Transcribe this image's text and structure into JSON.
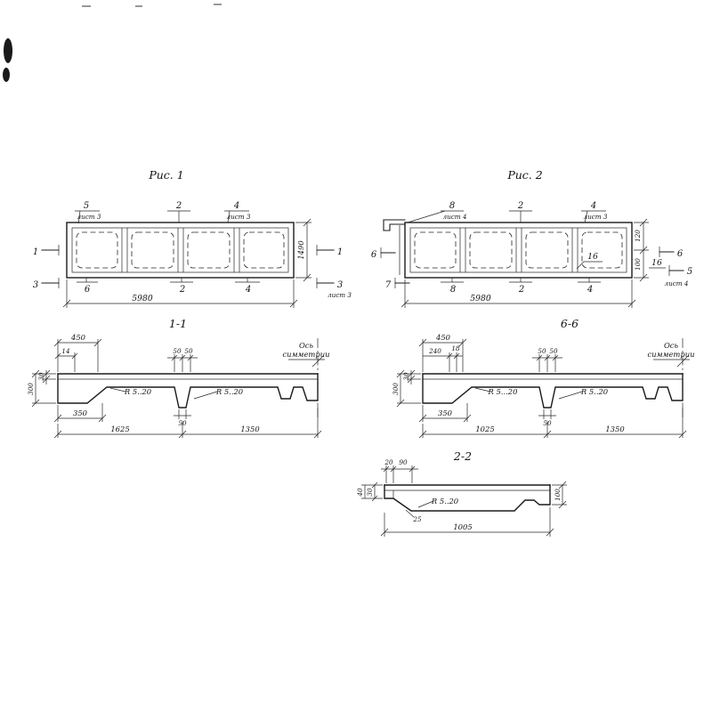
{
  "fig1": {
    "title": "Рис. 1",
    "top": {
      "n5": "5",
      "sheet5": "лист 3",
      "n2": "2",
      "n4": "4",
      "sheet4": "лист 3"
    },
    "left": {
      "m1": "1",
      "m3": "3"
    },
    "right": {
      "m1": "1",
      "m3": "3",
      "sheet": "лист 3",
      "height": "1490"
    },
    "bottom": {
      "n6": "6",
      "n2": "2",
      "n4": "4",
      "length": "5980"
    }
  },
  "fig2": {
    "title": "Рис. 2",
    "top": {
      "n8": "8",
      "sheet8": "лист 4",
      "n2": "2",
      "n4": "4",
      "sheet4": "лист 3"
    },
    "left": {
      "m6": "6",
      "m7": "7"
    },
    "inner": {
      "m16": "16"
    },
    "right": {
      "d120": "120",
      "d100": "100",
      "m16": "16",
      "m6": "6",
      "m5": "5",
      "sheet": "лист 4"
    },
    "bottom": {
      "n8": "8",
      "n2": "2",
      "n4": "4",
      "length": "5980"
    }
  },
  "sec11": {
    "title": "1-1",
    "top": {
      "d450": "450",
      "d14": "14",
      "d50a": "50",
      "d50b": "50"
    },
    "left": {
      "d30": "30",
      "d300": "300"
    },
    "mid": {
      "r1": "R 5..20",
      "r2": "R 5..20"
    },
    "bottom": {
      "d350": "350",
      "d50": "50",
      "d1625": "1625",
      "d1350": "1350"
    },
    "axis": {
      "l1": "Ось",
      "l2": "симметрии"
    }
  },
  "sec66": {
    "title": "6-6",
    "top": {
      "d450": "450",
      "d240": "240",
      "d18": "18",
      "d50a": "50",
      "d50b": "50"
    },
    "left": {
      "d30": "30",
      "d300": "300"
    },
    "mid": {
      "r1": "R 5...20",
      "r2": "R 5..20"
    },
    "bottom": {
      "d350": "350",
      "d50": "50",
      "d1025": "1025",
      "d1350": "1350"
    },
    "axis": {
      "l1": "Ось",
      "l2": "симметрии"
    }
  },
  "sec22": {
    "title": "2-2",
    "top": {
      "d20": "20",
      "d90": "90"
    },
    "left": {
      "d40": "40",
      "d30": "30"
    },
    "mid": {
      "r": "R 5..20",
      "d25": "25"
    },
    "right": {
      "d100": "100"
    },
    "bottom": {
      "d1005": "1005"
    }
  }
}
